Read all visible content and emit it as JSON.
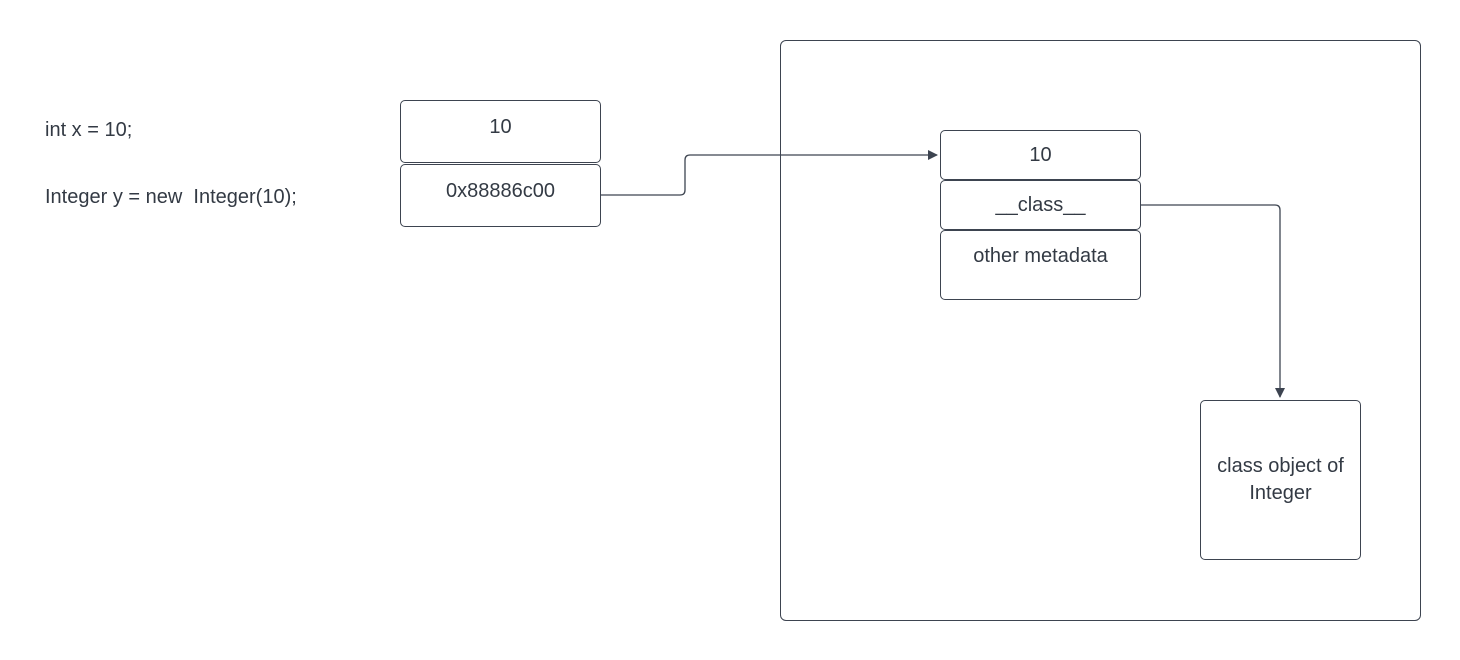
{
  "code": {
    "line1": "int x = 10;",
    "line2": "Integer y = new  Integer(10);"
  },
  "stack": {
    "value_cell": "10",
    "reference_cell": "0x88886c00"
  },
  "heap": {
    "object": {
      "value_field": "10",
      "class_field": "__class__",
      "metadata_field": "other metadata"
    },
    "class_object_label": "class object of Integer"
  },
  "colors": {
    "stroke": "#3d4450",
    "text": "#333a44",
    "background": "#ffffff"
  }
}
